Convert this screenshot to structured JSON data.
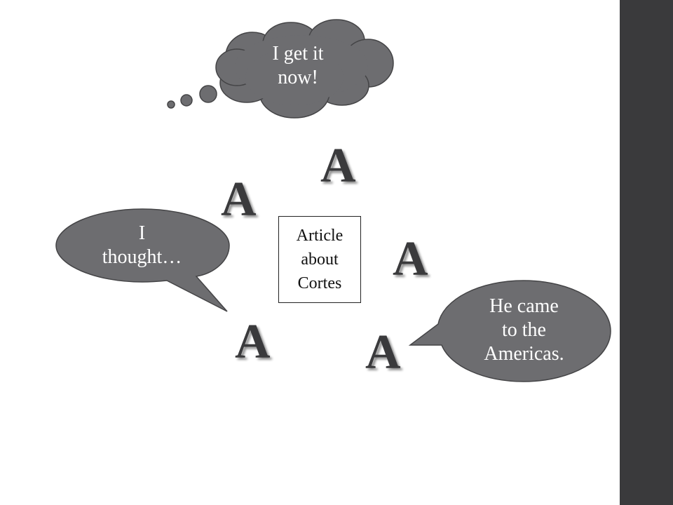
{
  "slide": {
    "colors": {
      "bubble_fill": "#6d6d70",
      "bubble_stroke": "#444446",
      "letter_color": "#3a3a3c",
      "sidebar": "#3a3a3c"
    },
    "thought_bubble": {
      "text": "I get it\nnow!"
    },
    "speech_bubble_left": {
      "text": "I\nthought…"
    },
    "speech_bubble_right": {
      "text": "He came\nto the\nAmericas."
    },
    "article_box": {
      "text": "Article\nabout\nCortes"
    },
    "letters": [
      "A",
      "A",
      "A",
      "A",
      "A"
    ]
  }
}
